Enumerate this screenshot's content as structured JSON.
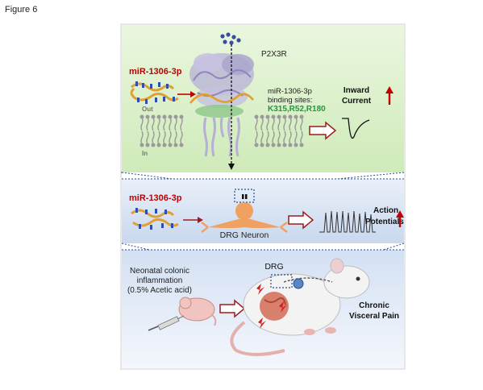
{
  "figure_label": "Figure 6",
  "top_panel": {
    "receptor": "P2X3R",
    "mirna": "miR-1306-3p",
    "binding_title_1": "miR-1306-3p",
    "binding_title_2": "binding sites:",
    "binding_sites": "K315,R52,R180",
    "out_label": "Out",
    "in_label": "In",
    "current_1": "Inward",
    "current_2": "Current"
  },
  "middle_panel": {
    "mirna": "miR-1306-3p",
    "neuron_label": "DRG Neuron",
    "ap_1": "Action",
    "ap_2": "Potentials"
  },
  "bottom_panel": {
    "drg_label": "DRG",
    "treatment_1": "Neonatal colonic",
    "treatment_2": "inflammation",
    "treatment_3": "(0.5% Acetic acid)",
    "outcome_1": "Chronic",
    "outcome_2": "Visceral Pain"
  },
  "colors": {
    "top_bg": "#d9f0c9",
    "mid_bg": "#d6e2f4",
    "bottom_bg": "#dfe8f5",
    "mirna_red": "#c00000",
    "site_green": "#1f9a3a",
    "arrow_red": "#9e1c1c",
    "neuron": "#f0a060"
  }
}
